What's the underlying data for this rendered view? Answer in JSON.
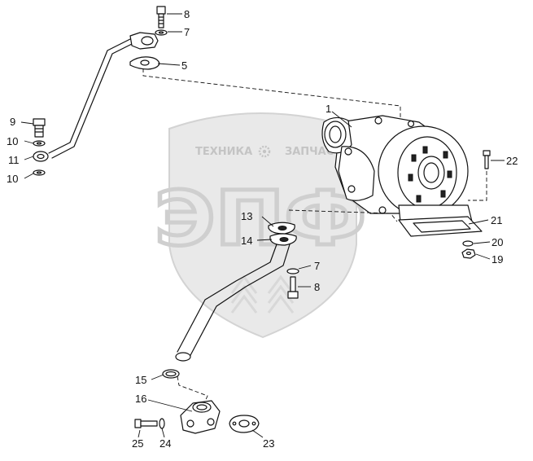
{
  "watermark": {
    "left_word": "ТЕХНИКА",
    "right_word": "ЗАПЧАСТИ",
    "emblem": "gear-icon",
    "letters": "ЭПФ"
  },
  "callouts": [
    {
      "id": "c1",
      "label": "1"
    },
    {
      "id": "c5",
      "label": "5"
    },
    {
      "id": "c7a",
      "label": "7"
    },
    {
      "id": "c7b",
      "label": "7"
    },
    {
      "id": "c8a",
      "label": "8"
    },
    {
      "id": "c8b",
      "label": "8"
    },
    {
      "id": "c9",
      "label": "9"
    },
    {
      "id": "c10a",
      "label": "10"
    },
    {
      "id": "c10b",
      "label": "10"
    },
    {
      "id": "c11",
      "label": "11"
    },
    {
      "id": "c13",
      "label": "13"
    },
    {
      "id": "c14",
      "label": "14"
    },
    {
      "id": "c15",
      "label": "15"
    },
    {
      "id": "c16",
      "label": "16"
    },
    {
      "id": "c19",
      "label": "19"
    },
    {
      "id": "c20",
      "label": "20"
    },
    {
      "id": "c21",
      "label": "21"
    },
    {
      "id": "c22",
      "label": "22"
    },
    {
      "id": "c23",
      "label": "23"
    },
    {
      "id": "c24",
      "label": "24"
    },
    {
      "id": "c25",
      "label": "25"
    }
  ]
}
